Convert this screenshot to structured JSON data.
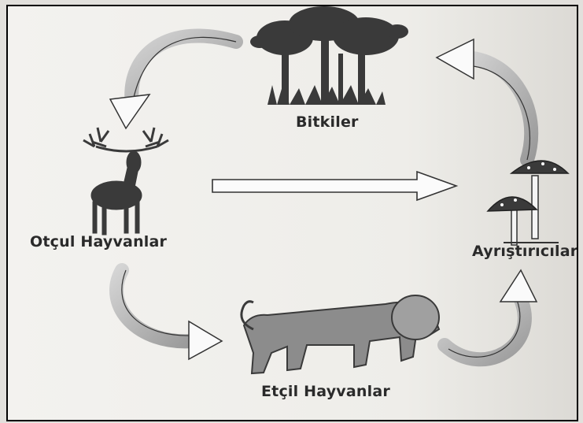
{
  "diagram": {
    "nodes": {
      "plants": {
        "label": "Bitkiler",
        "icon": "tree-icon"
      },
      "herbivores": {
        "label": "Otçul Hayvanlar",
        "icon": "deer-icon"
      },
      "carnivores": {
        "label": "Etçil Hayvanlar",
        "icon": "lion-icon"
      },
      "decomposers": {
        "label": "Ayrıştırıcılar",
        "icon": "mushroom-icon"
      }
    },
    "edges": [
      {
        "from": "plants",
        "to": "herbivores"
      },
      {
        "from": "herbivores",
        "to": "carnivores"
      },
      {
        "from": "carnivores",
        "to": "decomposers"
      },
      {
        "from": "decomposers",
        "to": "plants"
      },
      {
        "from": "herbivores",
        "to": "decomposers"
      }
    ]
  },
  "colors": {
    "paper": "#eeede9",
    "ink": "#2a2a2a",
    "arrow_fill": "#b9b9b9",
    "icon_dark": "#3a3a3a",
    "lion_fill": "#8c8c8c"
  }
}
